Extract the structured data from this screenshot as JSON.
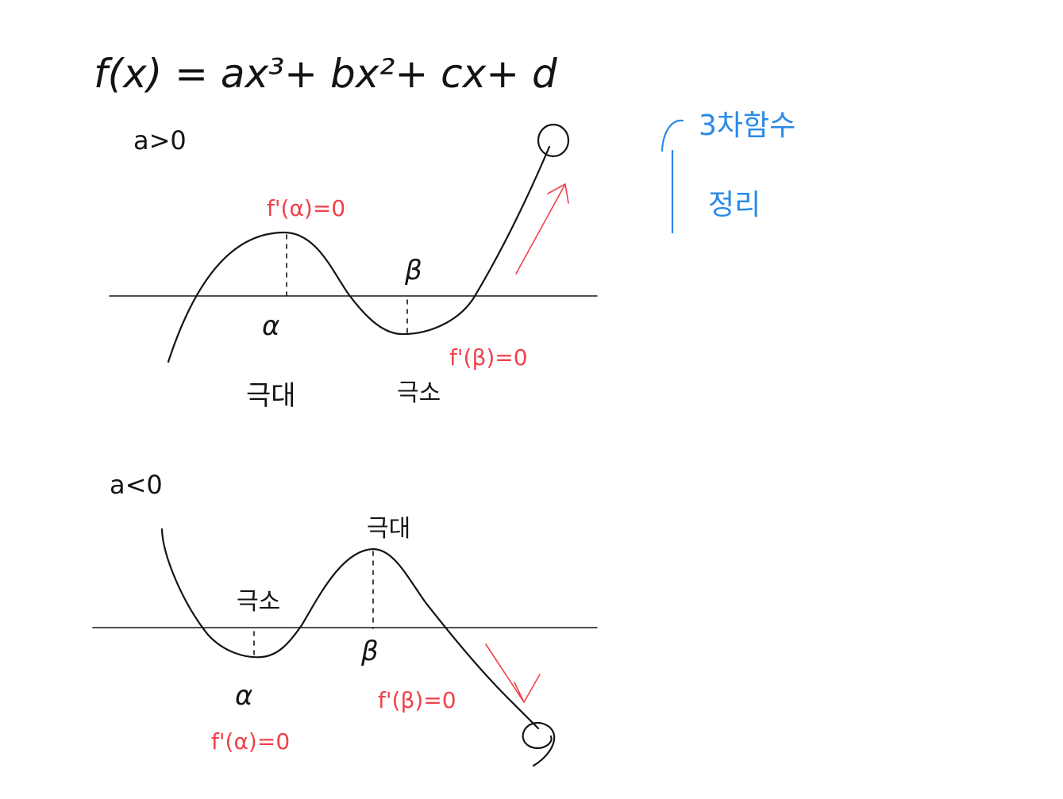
{
  "formula": "f(x) = ax³+ bx²+ cx+ d",
  "top_graph": {
    "condition": "a>0",
    "alpha_label": "α",
    "beta_label": "β",
    "max_condition": "f'(α)=0",
    "min_condition": "f'(β)=0",
    "max_label": "극대",
    "min_label": "극소"
  },
  "bottom_graph": {
    "condition": "a<0",
    "alpha_label": "α",
    "beta_label": "β",
    "min_condition": "f'(α)=0",
    "max_condition": "f'(β)=0",
    "max_label": "극대",
    "min_label": "극소"
  },
  "side_note": {
    "line1": "3차함수",
    "line2": "정리"
  },
  "colors": {
    "ink": "#141414",
    "red": "#f0424b",
    "blue": "#2a8ae6",
    "background": "#ffffff"
  }
}
